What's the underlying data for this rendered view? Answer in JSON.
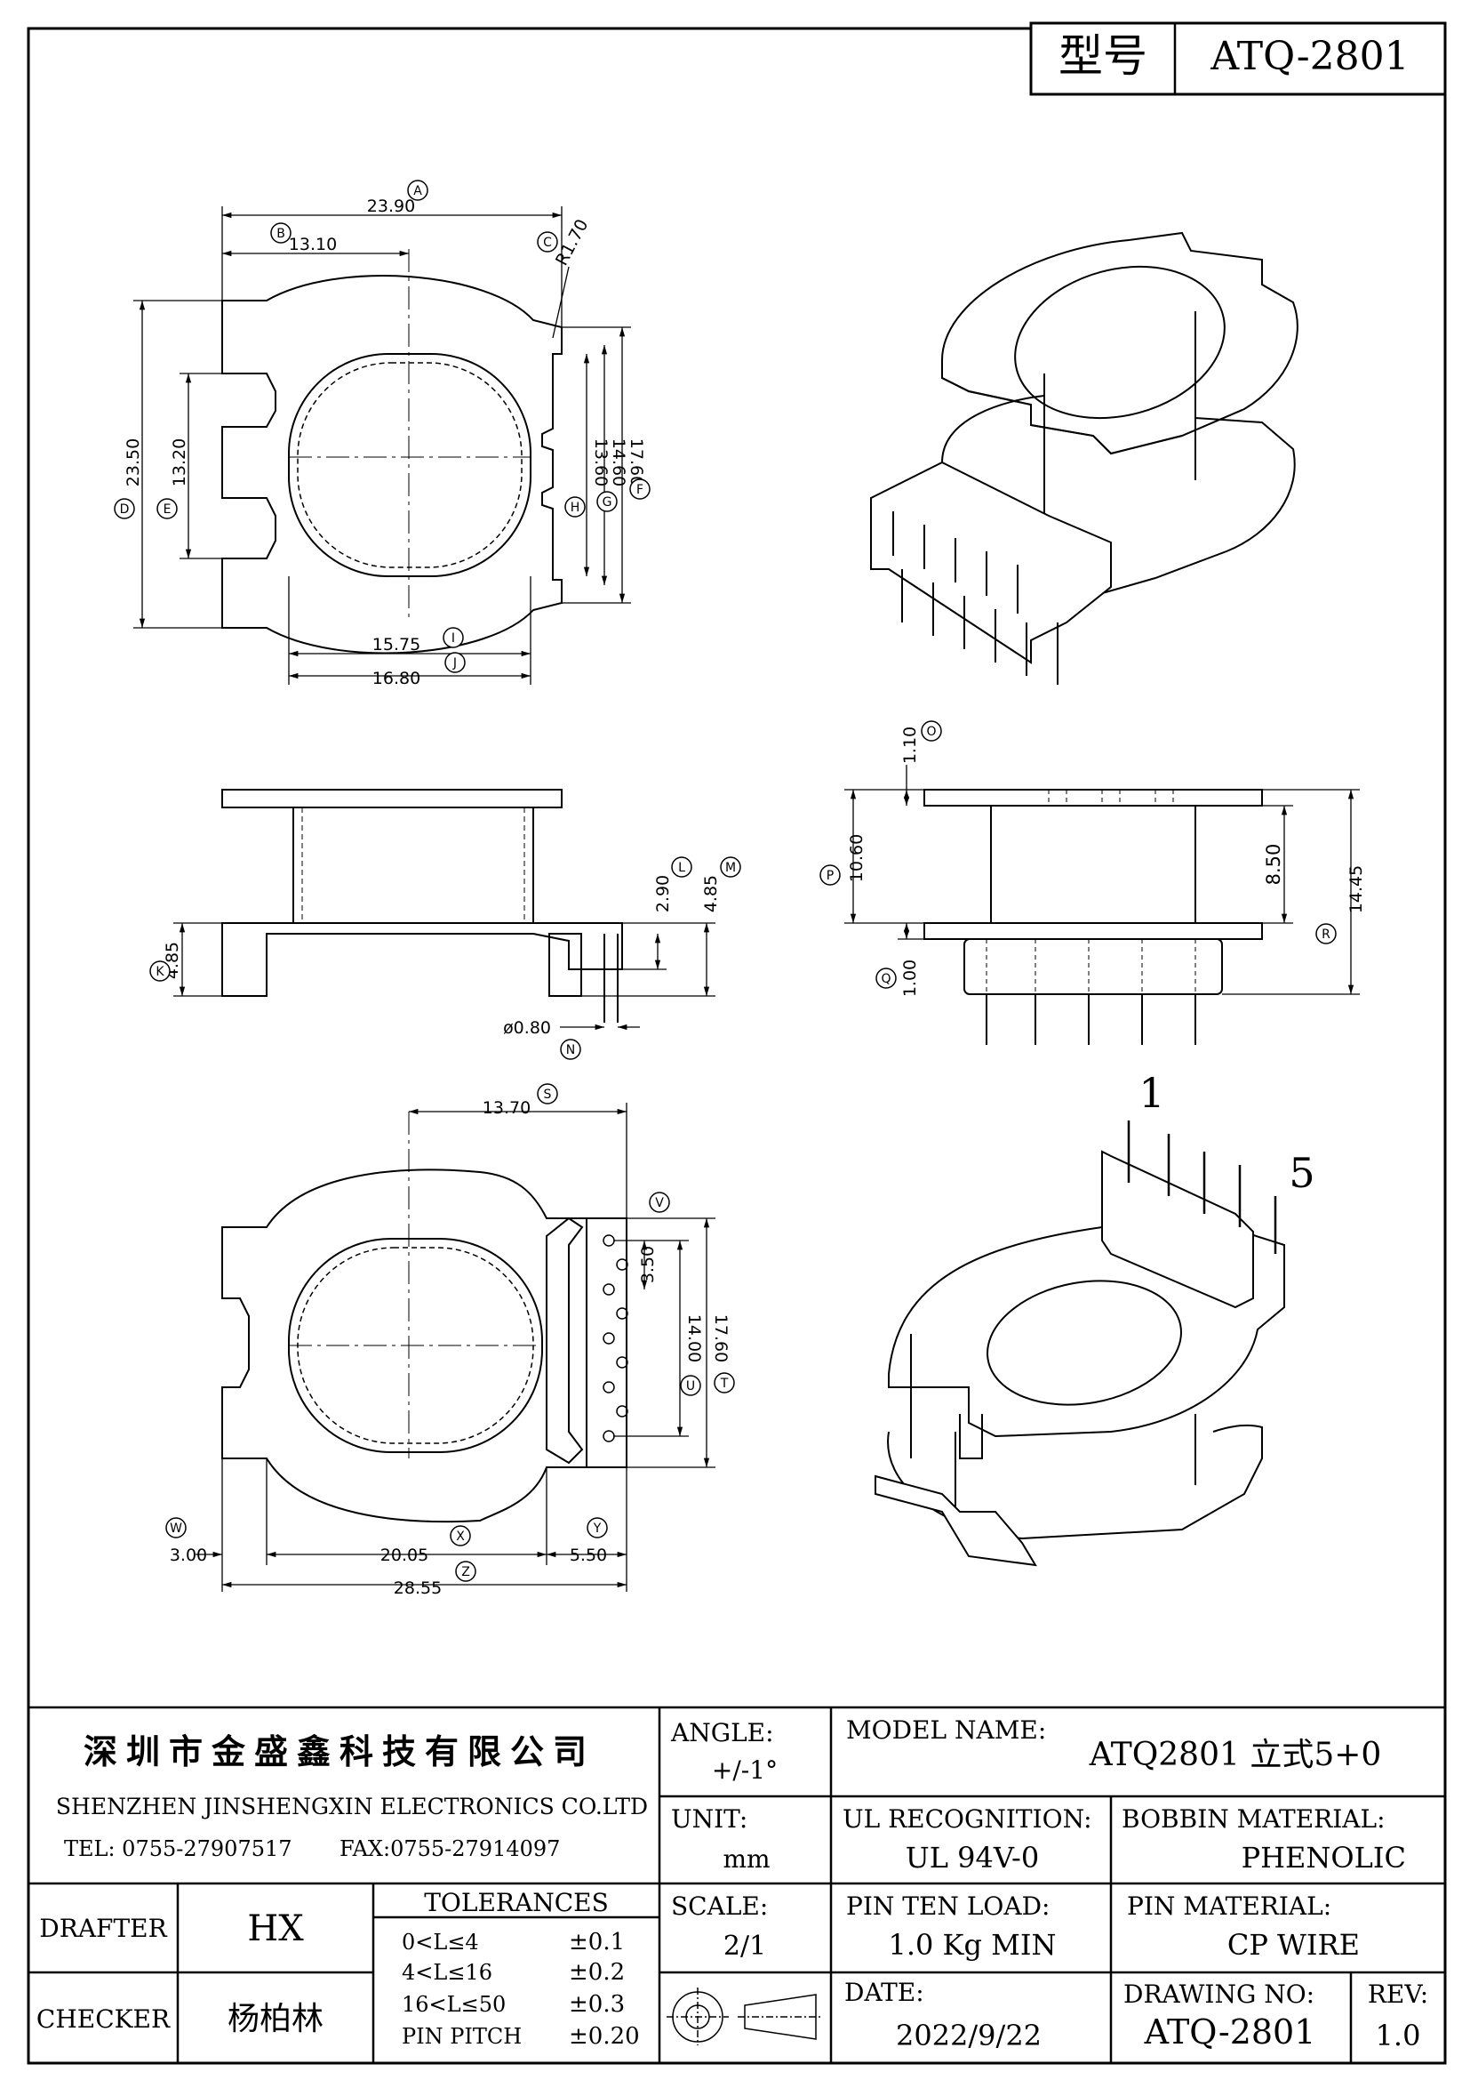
{
  "header": {
    "type_label": "型号",
    "model": "ATQ-2801"
  },
  "dims": {
    "A": "23.90",
    "B": "13.10",
    "C": "R1.70",
    "D": "23.50",
    "E": "13.20",
    "H": "13.60",
    "G": "14.60",
    "F": "17.60",
    "I": "15.75",
    "J": "16.80",
    "O": "1.10",
    "P": "10.60",
    "Z": "8.50",
    "R": "14.45",
    "Q": "1.00",
    "L": "2.90",
    "M": "4.85",
    "K": "4.85",
    "N": "ø0.80",
    "S": "13.70",
    "V": "3.50",
    "U": "14.00",
    "T": "17.60",
    "W": "3.00",
    "X": "20.05",
    "Y": "5.50",
    "Zb": "28.55"
  },
  "markers": [
    "A",
    "B",
    "C",
    "D",
    "E",
    "F",
    "G",
    "H",
    "I",
    "J",
    "K",
    "L",
    "M",
    "N",
    "O",
    "P",
    "Q",
    "R",
    "S",
    "T",
    "U",
    "V",
    "W",
    "X",
    "Y",
    "Z"
  ],
  "pins": {
    "first": "1",
    "last": "5"
  },
  "title_block": {
    "company_cn": "深圳市金盛鑫科技有限公司",
    "company_en": "SHENZHEN JINSHENGXIN ELECTRONICS CO.LTD",
    "tel": "TEL: 0755-27907517",
    "fax": "FAX:0755-27914097",
    "angle_label": "ANGLE:",
    "angle_value": "+/-1°",
    "model_name_label": "MODEL NAME:",
    "model_name_value": "ATQ2801 立式5+0",
    "unit_label": "UNIT:",
    "unit_value": "mm",
    "ul_label": "UL RECOGNITION:",
    "ul_value": "UL 94V-0",
    "bobbin_label": "BOBBIN MATERIAL:",
    "bobbin_value": "PHENOLIC",
    "drafter_label": "DRAFTER",
    "drafter_value": "HX",
    "checker_label": "CHECKER",
    "checker_value": "杨柏林",
    "tolerances_label": "TOLERANCES",
    "tolerances": [
      {
        "range": "0<L≤4",
        "value": "±0.1"
      },
      {
        "range": "4<L≤16",
        "value": "±0.2"
      },
      {
        "range": "16<L≤50",
        "value": "±0.3"
      },
      {
        "range": "PIN PITCH",
        "value": "±0.20"
      }
    ],
    "scale_label": "SCALE:",
    "scale_value": "2/1",
    "pin_load_label": "PIN TEN LOAD:",
    "pin_load_value": "1.0 Kg MIN",
    "pin_material_label": "PIN MATERIAL:",
    "pin_material_value": "CP WIRE",
    "date_label": "DATE:",
    "date_value": "2022/9/22",
    "drawing_no_label": "DRAWING NO:",
    "drawing_no_value": "ATQ-2801",
    "rev_label": "REV:",
    "rev_value": "1.0"
  }
}
